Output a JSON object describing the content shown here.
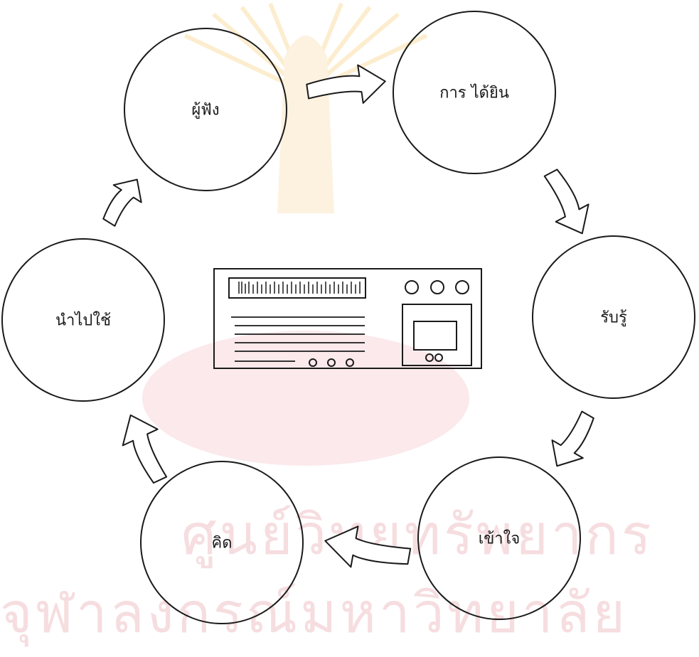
{
  "diagram": {
    "nodes": [
      {
        "id": "listener",
        "label": "ผู้ฟัง"
      },
      {
        "id": "hearing",
        "label": "การ ได้ยิน"
      },
      {
        "id": "perceive",
        "label": "รับรู้"
      },
      {
        "id": "understand",
        "label": "เข้าใจ"
      },
      {
        "id": "think",
        "label": "คิด"
      },
      {
        "id": "apply",
        "label": "นำไปใช้"
      }
    ],
    "flow": [
      "listener",
      "hearing",
      "perceive",
      "understand",
      "think",
      "apply",
      "listener"
    ],
    "center_image": "radio-icon"
  },
  "watermark": {
    "line1": "ศูนย์วิทยทรัพยากร",
    "line2": "จุฬาลงกรณ์มหาวิทยาลัย"
  },
  "colors": {
    "ink": "#1a1a1a",
    "watermark_text": "#f6dde0",
    "watermark_emblem": "#fbe8c6"
  }
}
